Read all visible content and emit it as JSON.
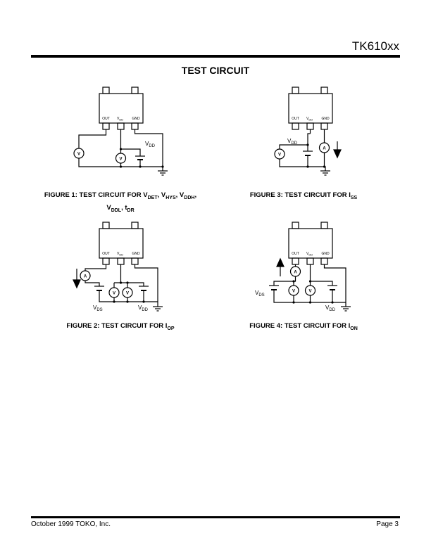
{
  "header": {
    "doc_id": "TK610xx"
  },
  "page_title": "TEST CIRCUIT",
  "pin_labels": {
    "out": "OUT",
    "vdd": "V",
    "vdd_sub": "DD",
    "gnd": "GND"
  },
  "meter_labels": {
    "voltmeter": "V",
    "ammeter": "A"
  },
  "supply_labels": {
    "v": "V",
    "dd": "DD",
    "ds": "DS"
  },
  "figures": [
    {
      "caption_lead": "FIGURE 1:  TEST CIRCUIT FOR V",
      "sub1": "DET",
      "sep1": ", V",
      "sub2": "HYS",
      "sep2": ", V",
      "sub3": "DDH",
      "sep3": ",",
      "line2_lead": "V",
      "sub4": "DDL",
      "sep4": ", t",
      "sub5": "DR"
    },
    {
      "caption_lead": "FIGURE 2:  TEST CIRCUIT FOR I",
      "sub1": "OP"
    },
    {
      "caption_lead": "FIGURE 3:  TEST CIRCUIT FOR I",
      "sub1": "SS"
    },
    {
      "caption_lead": "FIGURE 4:  TEST CIRCUIT FOR I",
      "sub1": "ON"
    }
  ],
  "footer": {
    "left": "October 1999 TOKO, Inc.",
    "right": "Page 3"
  }
}
